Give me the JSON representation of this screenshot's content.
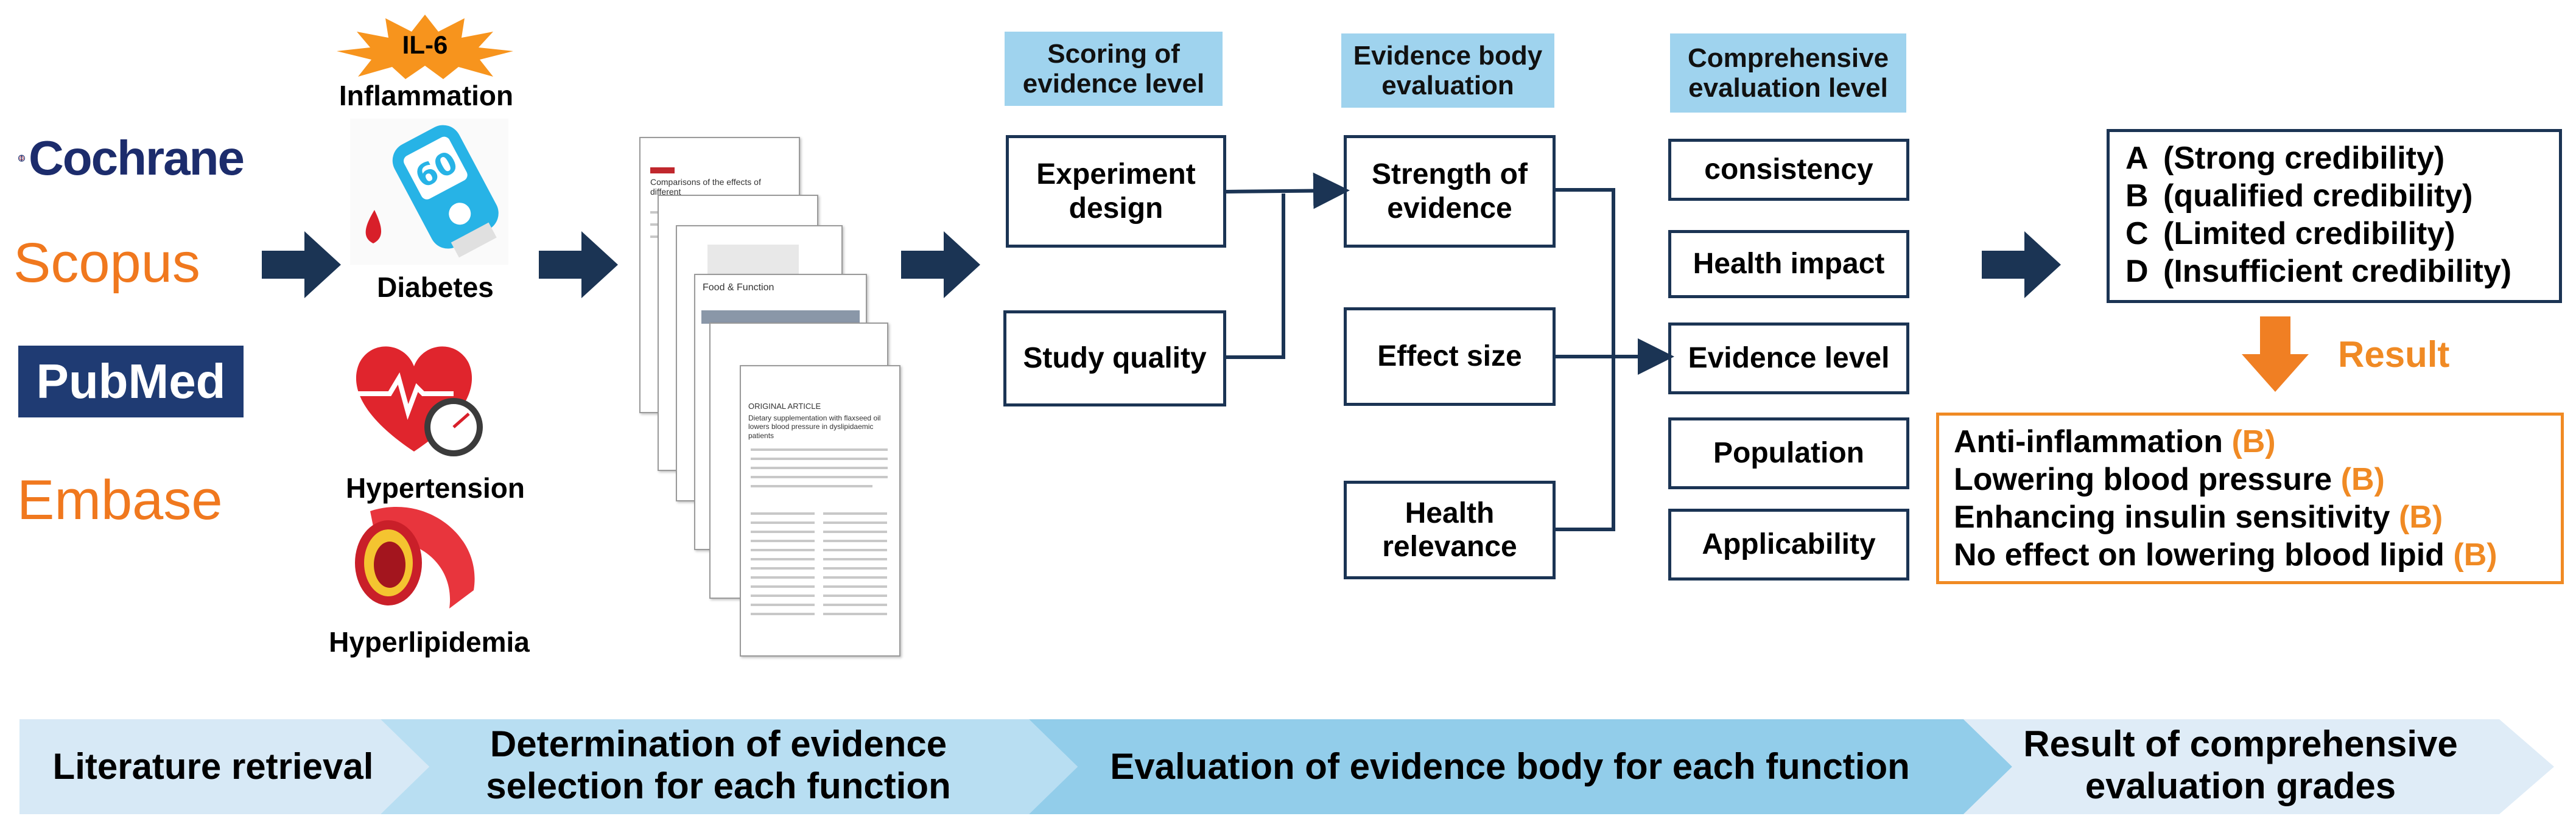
{
  "databases": [
    {
      "name": "Cochrane",
      "icon": "cochrane-logo-icon",
      "color": "#1c2c6c"
    },
    {
      "name": "Scopus",
      "icon": "scopus-logo-icon",
      "color": "#f0781e"
    },
    {
      "name": "PubMed",
      "icon": "pubmed-logo-icon",
      "color": "#1f3b73"
    },
    {
      "name": "Embase",
      "icon": "embase-logo-icon",
      "color": "#f0781e"
    }
  ],
  "functions": {
    "il6_label": "IL-6",
    "items": [
      {
        "label": "Inflammation",
        "icon": "il6-burst-icon"
      },
      {
        "label": "Diabetes",
        "icon": "glucose-meter-icon"
      },
      {
        "label": "Hypertension",
        "icon": "heart-gauge-icon"
      },
      {
        "label": "Hyperlipidemia",
        "icon": "artery-plaque-icon"
      }
    ]
  },
  "papers": {
    "titles": [
      "Comparisons of the effects of different",
      "ORIGINAL ARTICLE",
      "Dietary supplementation with flaxseed oil lowers blood pressure in dyslipidaemic patients",
      "Food & Function"
    ]
  },
  "headers": {
    "scoring": "Scoring of evidence level",
    "evidence_body": "Evidence body evaluation",
    "comprehensive": "Comprehensive evaluation level"
  },
  "scoring_boxes": [
    "Experiment design",
    "Study quality"
  ],
  "evidence_boxes": [
    "Strength of evidence",
    "Effect size",
    "Health relevance"
  ],
  "comprehensive_boxes": [
    "consistency",
    "Health impact",
    "Evidence level",
    "Population",
    "Applicability"
  ],
  "grades": [
    {
      "letter": "A",
      "text": "(Strong credibility)"
    },
    {
      "letter": "B",
      "text": "(qualified credibility)"
    },
    {
      "letter": "C",
      "text": "(Limited credibility)"
    },
    {
      "letter": "D",
      "text": "(Insufficient credibility)"
    }
  ],
  "result_label": "Result",
  "results": [
    {
      "text": "Anti-inflammation",
      "grade": "(B)"
    },
    {
      "text": "Lowering blood pressure",
      "grade": "(B)"
    },
    {
      "text": "Enhancing insulin sensitivity",
      "grade": "(B)"
    },
    {
      "text": "No effect on lowering blood lipid",
      "grade": "(B)"
    }
  ],
  "stages": [
    "Literature retrieval",
    "Determination of evidence selection for each function",
    "Evaluation of evidence body for each function",
    "Result of comprehensive evaluation grades"
  ],
  "colors": {
    "navy": "#1b3454",
    "header_blue": "#9fd3ee",
    "orange": "#f08a24",
    "stage1": "#d7e9f6",
    "stage2": "#b8def2",
    "stage3": "#92cdea",
    "stage4": "#dfecf7"
  }
}
